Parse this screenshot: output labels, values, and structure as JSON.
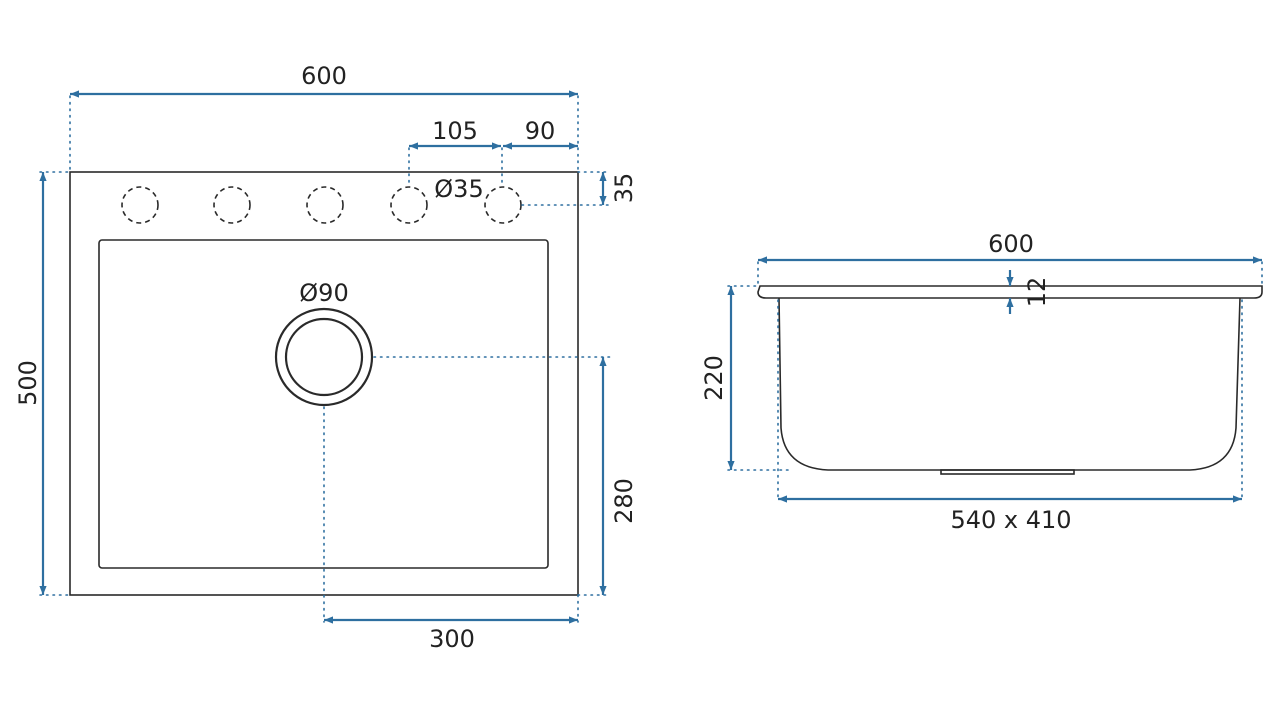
{
  "colors": {
    "dimension": "#2e6fa0",
    "outline": "#2a2a2a",
    "text": "#222222",
    "background": "#ffffff"
  },
  "top_view": {
    "width_label": "600",
    "hole_spacing_label": "105",
    "edge_to_hole_label": "90",
    "hole_diameter_label": "Ø35",
    "hole_inset_label": "35",
    "depth_label": "500",
    "drain_diameter_label": "Ø90",
    "drain_to_front_label": "280",
    "drain_to_side_label": "300",
    "tap_hole_count": 5
  },
  "side_view": {
    "width_label": "600",
    "rim_thickness_label": "12",
    "bowl_depth_label": "220",
    "bowl_size_label": "540 x 410"
  }
}
